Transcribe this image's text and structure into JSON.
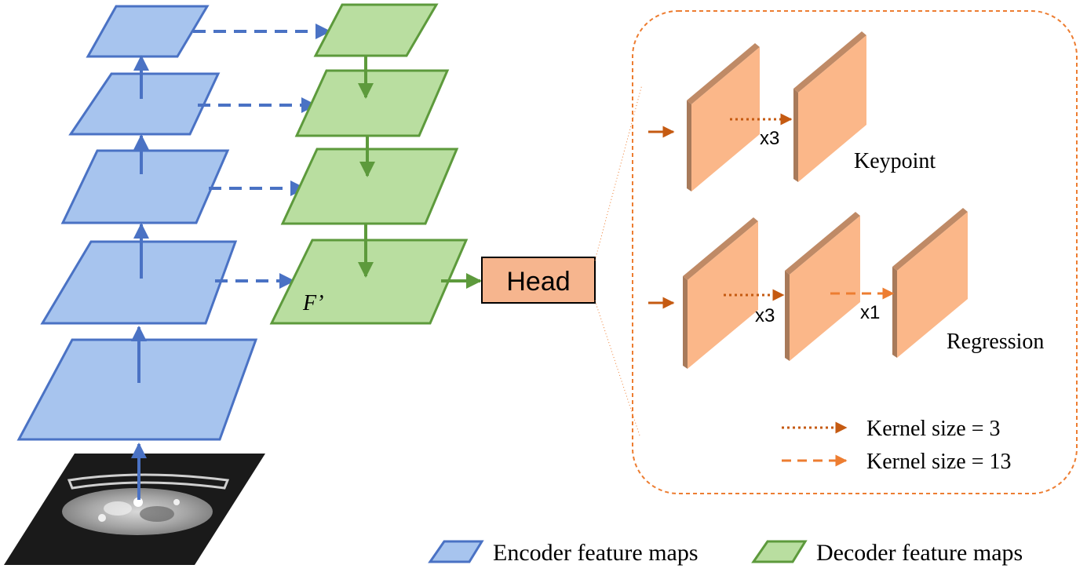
{
  "diagram": {
    "head_label": "Head",
    "feature_label": "F’",
    "branches": {
      "keypoint": {
        "label": "Keypoint",
        "repeat": "x3"
      },
      "regression": {
        "label": "Regression",
        "repeat_1": "x3",
        "repeat_2": "x1"
      }
    },
    "kernel_legend": {
      "k3": "Kernel size = 3",
      "k13": "Kernel size = 13"
    },
    "legend": {
      "encoder": "Encoder feature maps",
      "decoder": "Decoder feature maps"
    },
    "colors": {
      "encoder_fill": "#a7c4ee",
      "encoder_stroke": "#4a72c4",
      "decoder_fill": "#b9dea0",
      "decoder_stroke": "#5d9a3c",
      "head_fill": "#f6b58e",
      "block_fill": "#fbb789",
      "block_edge": "#a87a5a",
      "kernel3_color": "#c55a11",
      "kernel13_color": "#ed7d31"
    },
    "input_image": "ct-slice"
  }
}
